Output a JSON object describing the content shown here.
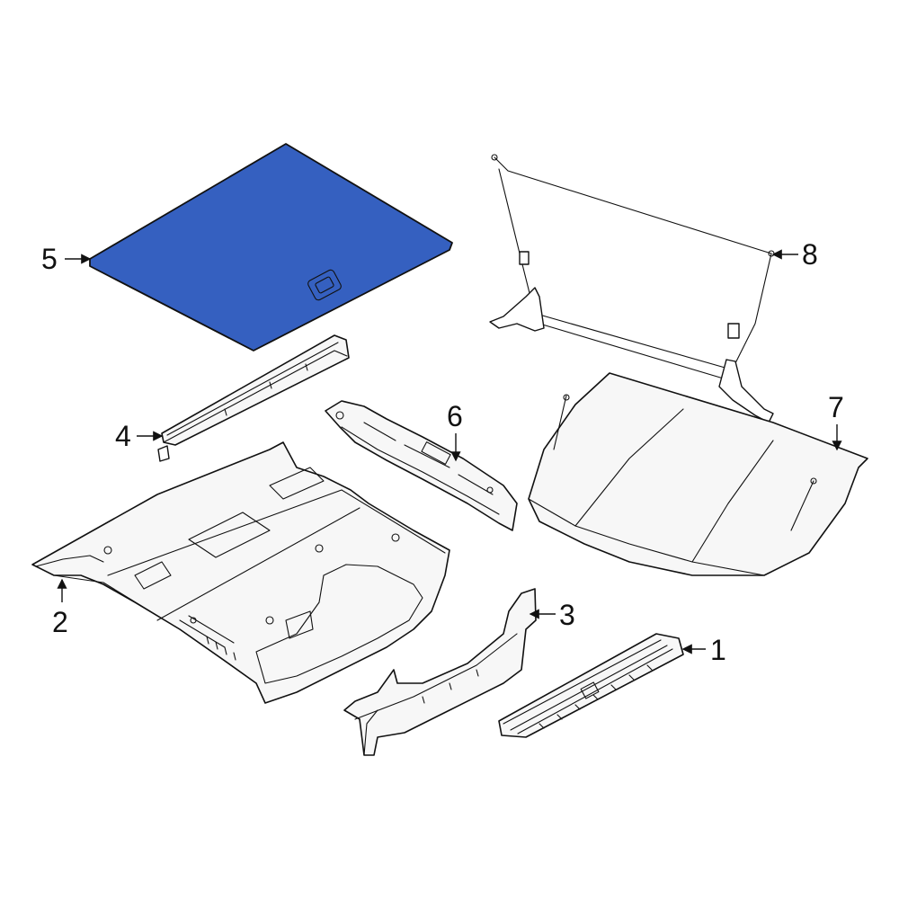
{
  "colors": {
    "highlight": "#3560C0",
    "line": "#111111",
    "part_fill": "#f7f7f7",
    "background": "#ffffff"
  },
  "callouts": {
    "c1": "1",
    "c2": "2",
    "c3": "3",
    "c4": "4",
    "c5": "5",
    "c6": "6",
    "c7": "7",
    "c8": "8"
  }
}
